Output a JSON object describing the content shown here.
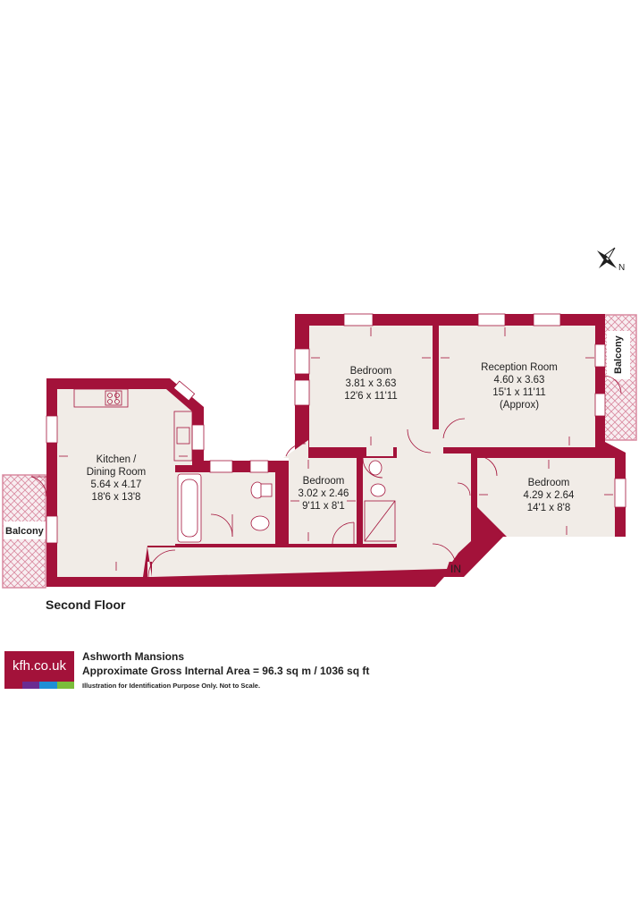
{
  "colors": {
    "wall": "#a3123a",
    "floor": "#f1ece7",
    "balcony": "#f4e3e8",
    "line": "#a3123a"
  },
  "rooms": {
    "kitchen": {
      "name1": "Kitchen /",
      "name2": "Dining Room",
      "metric": "5.64 x 4.17",
      "imperial": "18'6 x 13'8"
    },
    "bedroom_top": {
      "name": "Bedroom",
      "metric": "3.81 x 3.63",
      "imperial": "12'6 x 11'11"
    },
    "reception": {
      "name": "Reception Room",
      "metric": "4.60 x 3.63",
      "imperial": "15'1 x 11'11",
      "note": "(Approx)"
    },
    "bedroom_small": {
      "name": "Bedroom",
      "metric": "3.02 x 2.46",
      "imperial": "9'11 x 8'1"
    },
    "bedroom_right": {
      "name": "Bedroom",
      "metric": "4.29 x 2.64",
      "imperial": "14'1 x 8'8"
    }
  },
  "balconies": {
    "left": "Balcony",
    "right": "Balcony"
  },
  "entrance": "IN",
  "compass": {
    "north": "N"
  },
  "floor_label": "Second Floor",
  "footer": {
    "logo_text": "kfh.co.uk",
    "logo_colors": [
      "#a3123a",
      "#6a2c91",
      "#1f8fd6",
      "#7bbd3a"
    ],
    "title": "Ashworth Mansions",
    "area": "Approximate Gross Internal Area = 96.3 sq m / 1036 sq ft",
    "note": "Illustration for Identification Purpose Only. Not to Scale."
  }
}
